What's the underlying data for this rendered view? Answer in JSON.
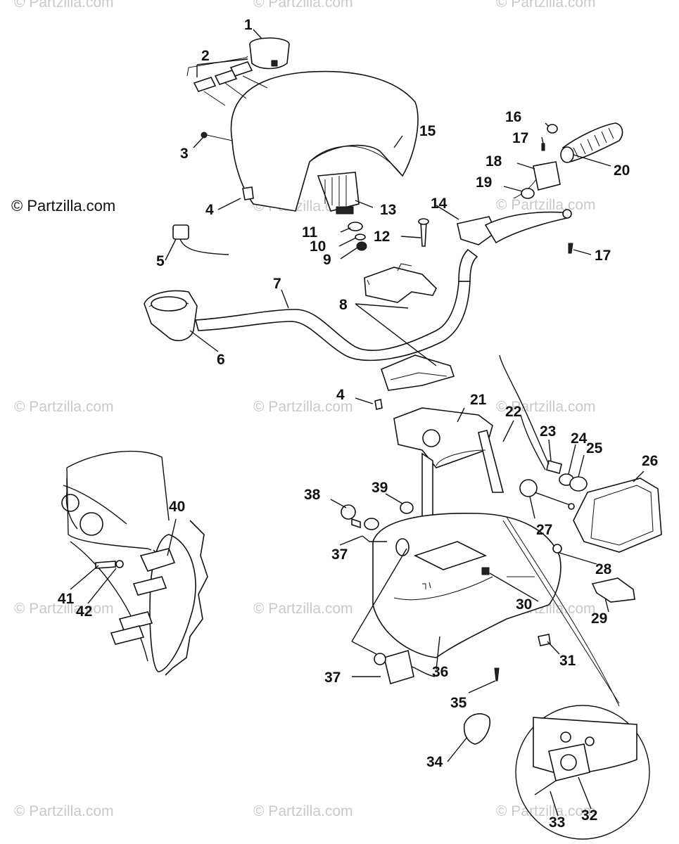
{
  "watermark": "© Partzilla.com",
  "copyright": "© Partzilla.com",
  "callouts": [
    "1",
    "2",
    "3",
    "4",
    "5",
    "6",
    "7",
    "8",
    "9",
    "10",
    "11",
    "12",
    "13",
    "14",
    "15",
    "16",
    "17",
    "17",
    "18",
    "19",
    "20",
    "21",
    "22",
    "23",
    "24",
    "25",
    "26",
    "27",
    "28",
    "29",
    "30",
    "31",
    "32",
    "33",
    "34",
    "35",
    "36",
    "37",
    "37",
    "38",
    "39",
    "40",
    "41",
    "42",
    "4"
  ]
}
